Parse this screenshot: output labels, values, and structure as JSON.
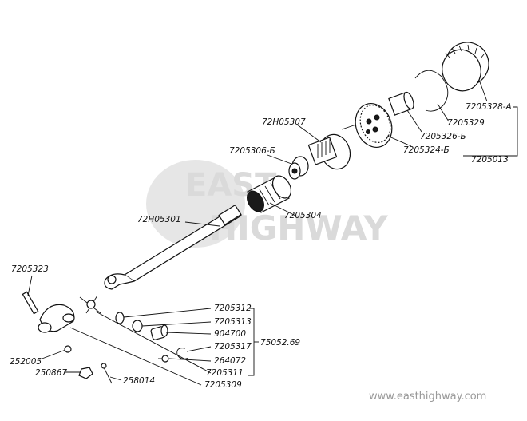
{
  "watermark": {
    "line1": "EAST",
    "line2": "HIGHWAY"
  },
  "website": "www.easthighway.com",
  "labels": {
    "p7205328a": "7205328-А",
    "p7205329": "7205329",
    "p7205326b": "7205326-Б",
    "p7205324b": "7205324-Б",
    "p7205013": "7205013",
    "p72h05307": "72Н05307",
    "p7205306b": "7205306-Б",
    "p7205304": "7205304",
    "p72h05301": "72Н05301",
    "p7205323": "7205323",
    "p7205312": "7205312",
    "p7205313": "7205313",
    "p904700": "904700",
    "p7205317": "7205317",
    "p264072": "264072",
    "p7205311": "7205311",
    "p7205309": "7205309",
    "p75052": "75052.69",
    "p252005": "252005",
    "p250867": "250867",
    "p258014": "258014"
  }
}
